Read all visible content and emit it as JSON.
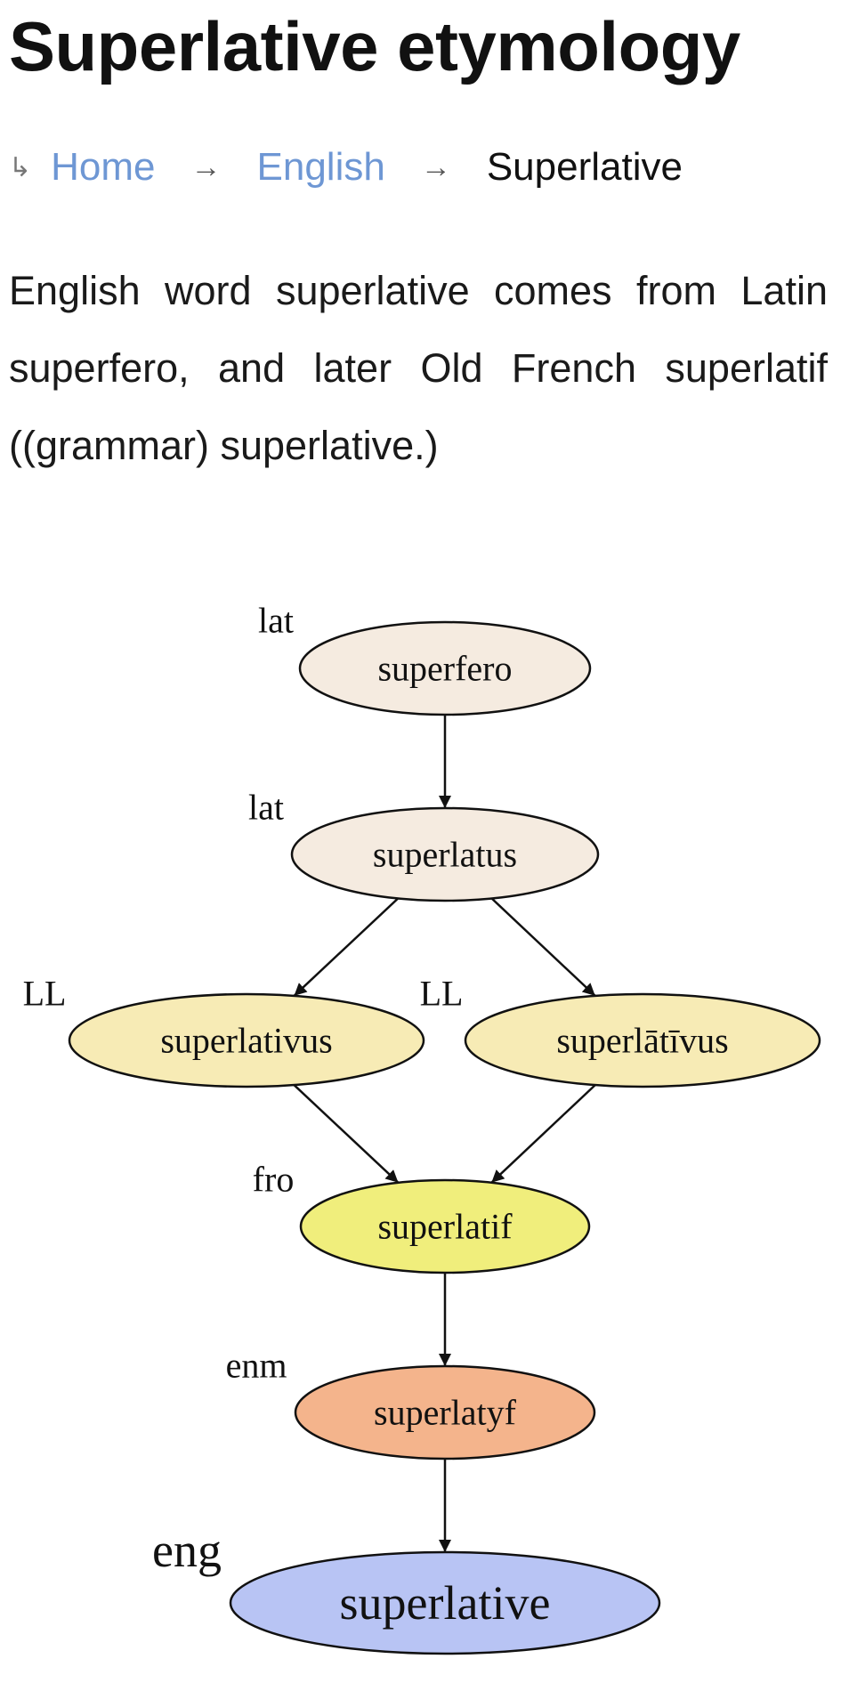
{
  "page": {
    "title": "Superlative etymology",
    "breadcrumb": {
      "icon": "return-arrow-icon",
      "items": [
        {
          "label": "Home",
          "link": true
        },
        {
          "label": "English",
          "link": true
        },
        {
          "label": "Superlative",
          "link": false
        }
      ],
      "separator": "→"
    },
    "intro": "English word superlative comes from Latin superfero, and later Old French superlatif ((grammar) superlative.)"
  },
  "graph": {
    "nodes": [
      {
        "id": "superfero",
        "word": "superfero",
        "lang": "lat",
        "color": "#f5ebe0"
      },
      {
        "id": "superlatus",
        "word": "superlatus",
        "lang": "lat",
        "color": "#f5ebe0"
      },
      {
        "id": "superlativus",
        "word": "superlativus",
        "lang": "LL",
        "color": "#f7ebb5"
      },
      {
        "id": "superlativus_macron",
        "word": "superlātīvus",
        "lang": "LL",
        "color": "#f7ebb5"
      },
      {
        "id": "superlatif",
        "word": "superlatif",
        "lang": "fro",
        "color": "#f0ee7c"
      },
      {
        "id": "superlatyf",
        "word": "superlatyf",
        "lang": "enm",
        "color": "#f4b48c"
      },
      {
        "id": "superlative",
        "word": "superlative",
        "lang": "eng",
        "color": "#b8c4f4"
      }
    ],
    "edges": [
      {
        "from": "superfero",
        "to": "superlatus"
      },
      {
        "from": "superlatus",
        "to": "superlativus"
      },
      {
        "from": "superlatus",
        "to": "superlativus_macron"
      },
      {
        "from": "superlativus",
        "to": "superlatif"
      },
      {
        "from": "superlativus_macron",
        "to": "superlatif"
      },
      {
        "from": "superlatif",
        "to": "superlatyf"
      },
      {
        "from": "superlatyf",
        "to": "superlative"
      }
    ]
  }
}
